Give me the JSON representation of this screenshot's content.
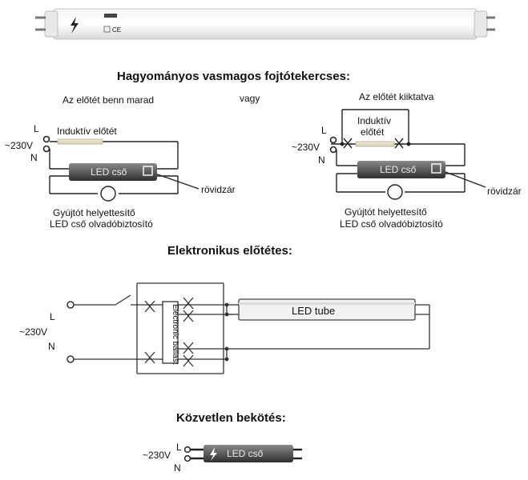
{
  "sections": {
    "conventional": {
      "title": "Hagyományos vasmagos fojtótekercses:",
      "or_text": "vagy",
      "left": {
        "caption": "Az előtét benn marad",
        "ballast": "Induktív előtét",
        "tube": "LED cső",
        "short": "rövidzár",
        "starter_line1": "Gyújtót  helyettesítő",
        "starter_line2": "LED cső olvadóbiztosító"
      },
      "right": {
        "caption": "Az előtét kiiktatva",
        "ballast_line1": "Induktív",
        "ballast_line2": "előtét",
        "tube": "LED cső",
        "short": "rövidzár",
        "starter_line1": "Gyújtót  helyettesítő",
        "starter_line2": "LED cső olvadóbiztosító"
      }
    },
    "electronic": {
      "title": "Elektronikus előtétes:",
      "ballast": "Electronic ballast",
      "tube": "LED tube"
    },
    "direct": {
      "title": "Közvetlen bekötés:",
      "tube": "LED cső"
    }
  },
  "supply": {
    "live": "L",
    "voltage": "~230V",
    "neutral": "N"
  },
  "product": {
    "mark": "CE"
  }
}
